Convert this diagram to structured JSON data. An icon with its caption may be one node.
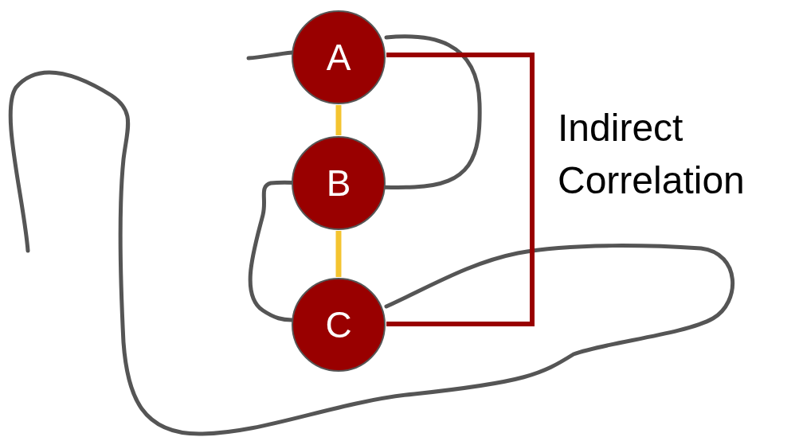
{
  "diagram": {
    "nodes": [
      {
        "text": [
          "A"
        ]
      },
      {
        "text": [
          "B"
        ]
      },
      {
        "text": [
          "C"
        ]
      }
    ],
    "edges": [
      {
        "from": 0,
        "to": 1,
        "arrow": "none"
      },
      {
        "from": 1,
        "to": 2,
        "arrow": "none"
      },
      {
        "from": 0,
        "to": 2,
        "arrow": "none",
        "color": "#990000",
        "label": "Indirect Correlation"
      }
    ]
  }
}
